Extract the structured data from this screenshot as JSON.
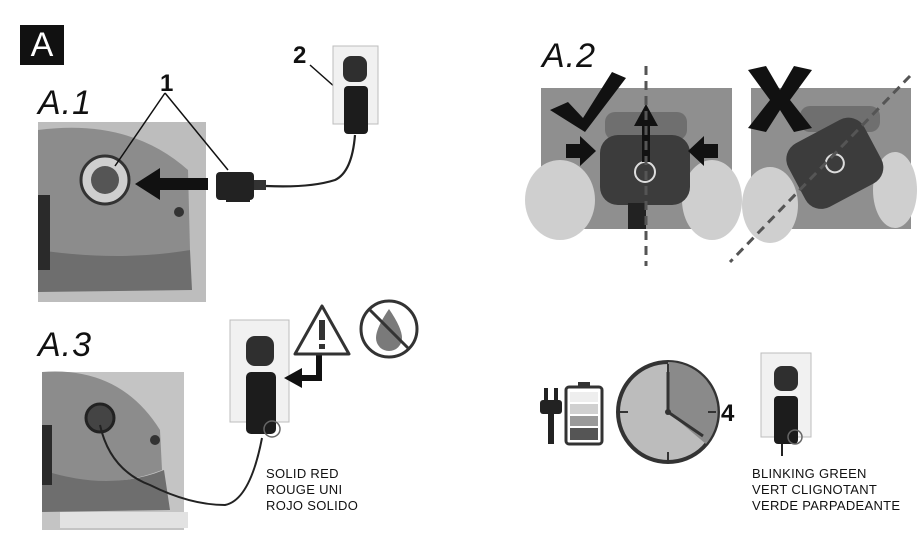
{
  "section_badge": "A",
  "steps": {
    "a1": "A.1",
    "a2": "A.2",
    "a3": "A.3"
  },
  "callouts": {
    "one": "1",
    "two": "2",
    "four": "4"
  },
  "status_solid_red": [
    "SOLID RED",
    "ROUGE UNI",
    "ROJO SOLIDO"
  ],
  "status_blinking_green": [
    "BLINKING GREEN",
    "VERT CLIGNOTANT",
    "VERDE PARPADEANTE"
  ],
  "icons": {
    "correct": "check-mark-icon",
    "incorrect": "x-mark-icon",
    "warning": "warning-triangle-icon",
    "no_water": "no-water-icon",
    "charging": "battery-plug-icon",
    "time": "clock-icon"
  },
  "colors": {
    "ink": "#111111",
    "photo_gray": "#8a8a8a",
    "clock_fill": "#9a9a9a"
  }
}
